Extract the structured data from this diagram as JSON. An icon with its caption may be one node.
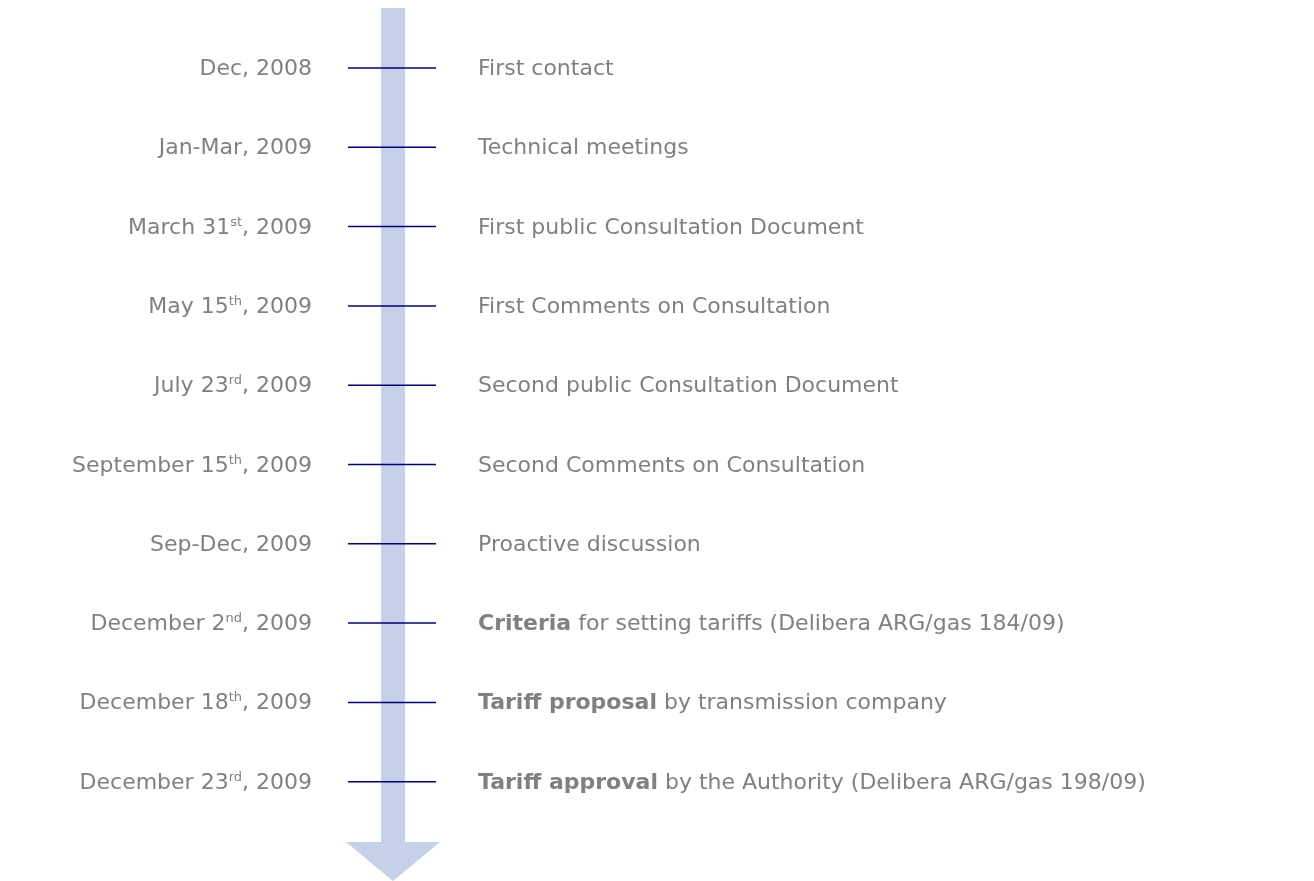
{
  "diagram": {
    "labels": [
      "Dec, 2008",
      "First contact",
      "Jan-Mar, 2009",
      "Technical meetings",
      "March 31$^{st}$, 2009",
      "First public Consultation Document",
      "May 15$^{th}$, 2009",
      "First Comments on Consultation",
      "July 23$^{rd}$, 2009",
      "Second public Consultation Document",
      "September 15$^{th}$, 2009",
      "Second Comments on Consultation",
      "Sep-Dec, 2009",
      "Proactive discussion",
      "December 2$^{nd}$, 2009",
      "**Criteria** for setting tariffs (Delibera ARG/gas 184/09)",
      "December 18$^{th}$, 2009",
      "**Tariff proposal** by transmission company",
      "December 23$^{rd}$, 2009",
      "**Tariff approval** by the Authority (Delibera ARG/gas 198/09)"
    ]
  }
}
